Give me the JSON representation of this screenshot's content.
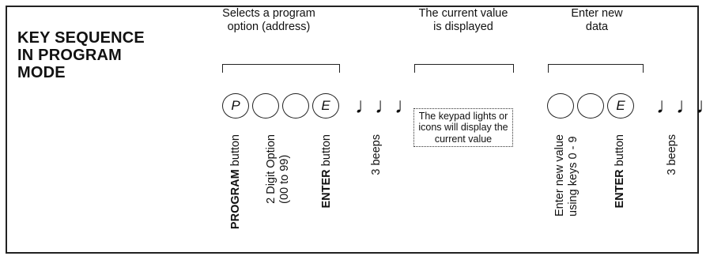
{
  "title": [
    "KEY SEQUENCE",
    "IN PROGRAM",
    "MODE"
  ],
  "headers": {
    "select": [
      "Selects a program",
      "option (address)"
    ],
    "current": [
      "The current value",
      "is displayed"
    ],
    "enter": [
      "Enter new",
      "data"
    ]
  },
  "keys_group1": [
    "P",
    "",
    "",
    "E"
  ],
  "keys_group2": [
    "",
    "",
    "E"
  ],
  "notes": "♩♩♩",
  "display_note": "The keypad lights or icons will display the current value",
  "labels": {
    "program_bold": "PROGRAM",
    "program_rest": " button",
    "digit_line1": "2 Digit Option",
    "digit_line2": "(00 to 99)",
    "enter1_bold": "ENTER",
    "enter1_rest": " button",
    "beeps1": "3 beeps",
    "newvalue_line1": "Enter new value",
    "newvalue_line2": "using keys 0 - 9",
    "enter2_bold": "ENTER",
    "enter2_rest": " button",
    "beeps2": "3 beeps"
  }
}
